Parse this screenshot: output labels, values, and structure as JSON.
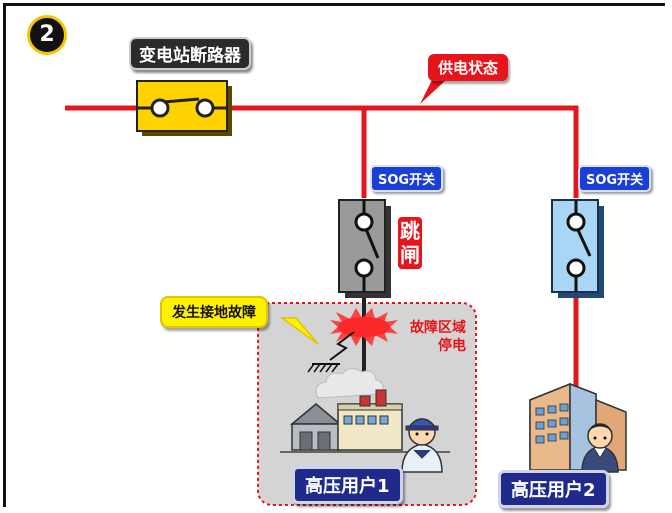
{
  "step_number": "2",
  "substation_breaker_label": "变电站断路器",
  "supply_status_label": "供电状态",
  "sog_switch_1_label": "SOG开关",
  "sog_switch_2_label": "SOG开关",
  "trip_label": "跳闸",
  "ground_fault_label": "发生接地故障",
  "fault_zone_label_line1": "故障区域",
  "fault_zone_label_line2": "停电",
  "user_1_label": "高压用户1",
  "user_2_label": "高压用户2",
  "colors": {
    "line_red": "#e8141b",
    "breaker_yellow": "#ffd200",
    "switch_gray": "#9a9a9a",
    "switch_blue": "#a9d6f5",
    "fault_zone_bg": "#d4d4d4"
  }
}
